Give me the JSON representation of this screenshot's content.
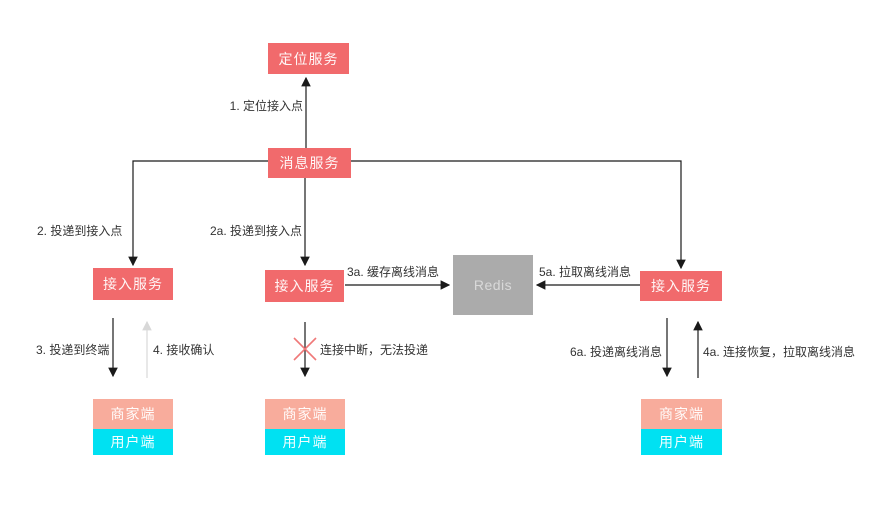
{
  "diagram": {
    "nodes": {
      "location_service": "定位服务",
      "message_service": "消息服务",
      "access_service_left": "接入服务",
      "access_service_mid": "接入服务",
      "access_service_right": "接入服务",
      "redis": "Redis",
      "merchant_left": "商家端",
      "user_left": "用户端",
      "merchant_mid": "商家端",
      "user_mid": "用户端",
      "merchant_right": "商家端",
      "user_right": "用户端"
    },
    "edges": {
      "step1": "1. 定位接入点",
      "step2": "2. 投递到接入点",
      "step2a": "2a. 投递到接入点",
      "step3": "3. 投递到终端",
      "step4": "4. 接收确认",
      "step3a": "3a. 缓存离线消息",
      "step5a": "5a. 拉取离线消息",
      "step6a": "6a. 投递离线消息",
      "step4a": "4a. 连接恢复，拉取离线消息",
      "fail": "连接中断，无法投递"
    },
    "colors": {
      "service_box": "#F16A6C",
      "terminal_merchant": "#F8AC9C",
      "terminal_user": "#00E1F2",
      "redis_box": "#ABABAB",
      "redis_text": "#D9D9D9",
      "arrow": "#1A1A1A",
      "arrow_muted": "#D8D8D8",
      "fail_cross": "#F07878",
      "edge_label_text": "#333333"
    }
  }
}
